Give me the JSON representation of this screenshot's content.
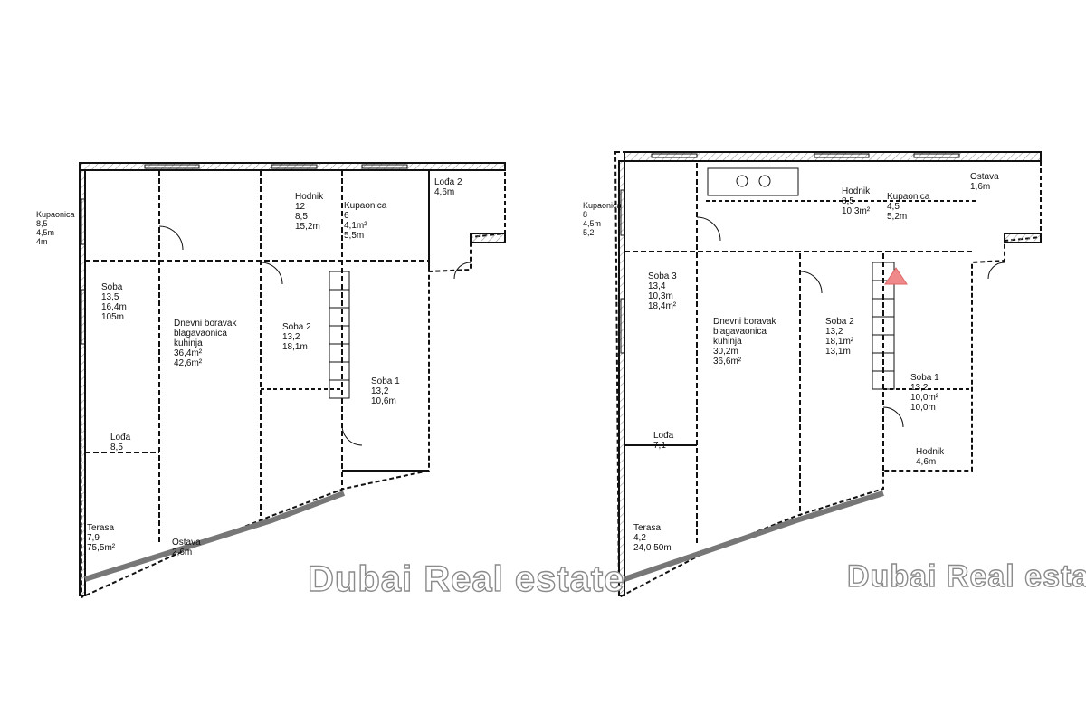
{
  "colors": {
    "wall": "#111111",
    "hatch": "#9a9a9a",
    "dim": "#555555",
    "marker": "#f08a8a",
    "watermark_stroke": "#8a8a8a"
  },
  "plans": {
    "left": {
      "rooms": [
        {
          "key": "r1",
          "text": "Kupaonica\n8,5\n4,5m\n4m"
        },
        {
          "key": "r2",
          "text": "Soba\n13,5\n16,4m\n105m"
        },
        {
          "key": "r3",
          "text": "Dnevni boravak\nblagavaonica\nkuhinja\n36,4m²\n42,6m²"
        },
        {
          "key": "r4",
          "text": "Hodnik\n12\n8,5\n15,2m"
        },
        {
          "key": "r5",
          "text": "Kupaonica\n6\n4,1m²\n5,5m"
        },
        {
          "key": "r6",
          "text": "Soba 2\n13,2\n18,1m"
        },
        {
          "key": "r7",
          "text": "Soba 1\n13,2\n10,6m"
        },
        {
          "key": "r8",
          "text": "Terasa\n7,9\n75,5m²"
        },
        {
          "key": "r9",
          "text": "Lođa\n8,5"
        },
        {
          "key": "r10",
          "text": "Ostava\n2,6m"
        },
        {
          "key": "r11",
          "text": "Lođa 2\n4,6m"
        }
      ],
      "watermark": "Dubai Real estate"
    },
    "right": {
      "rooms": [
        {
          "key": "q1",
          "text": "Kupaonica\n8\n4,5m\n5,2"
        },
        {
          "key": "q2",
          "text": "Soba 3\n13,4\n10,3m\n18,4m²"
        },
        {
          "key": "q3",
          "text": "Dnevni boravak\nblagavaonica\nkuhinja\n30,2m\n36,6m²"
        },
        {
          "key": "q4",
          "text": "Hodnik\n8,5\n10,3m²"
        },
        {
          "key": "q5",
          "text": "Kupaonica\n4,5\n5,2m"
        },
        {
          "key": "q6",
          "text": "Soba 2\n13,2\n18,1m²\n13,1m"
        },
        {
          "key": "q7",
          "text": "Soba 1\n13,2\n10,0m²\n10,0m"
        },
        {
          "key": "q8",
          "text": "Terasa\n4,2\n24,0 50m"
        },
        {
          "key": "q9",
          "text": "Lođa\n7,1"
        },
        {
          "key": "q10",
          "text": "Hodnik\n4,6m"
        },
        {
          "key": "q11",
          "text": "Ostava\n1,6m"
        }
      ],
      "watermark": "Dubai Real estate"
    }
  }
}
